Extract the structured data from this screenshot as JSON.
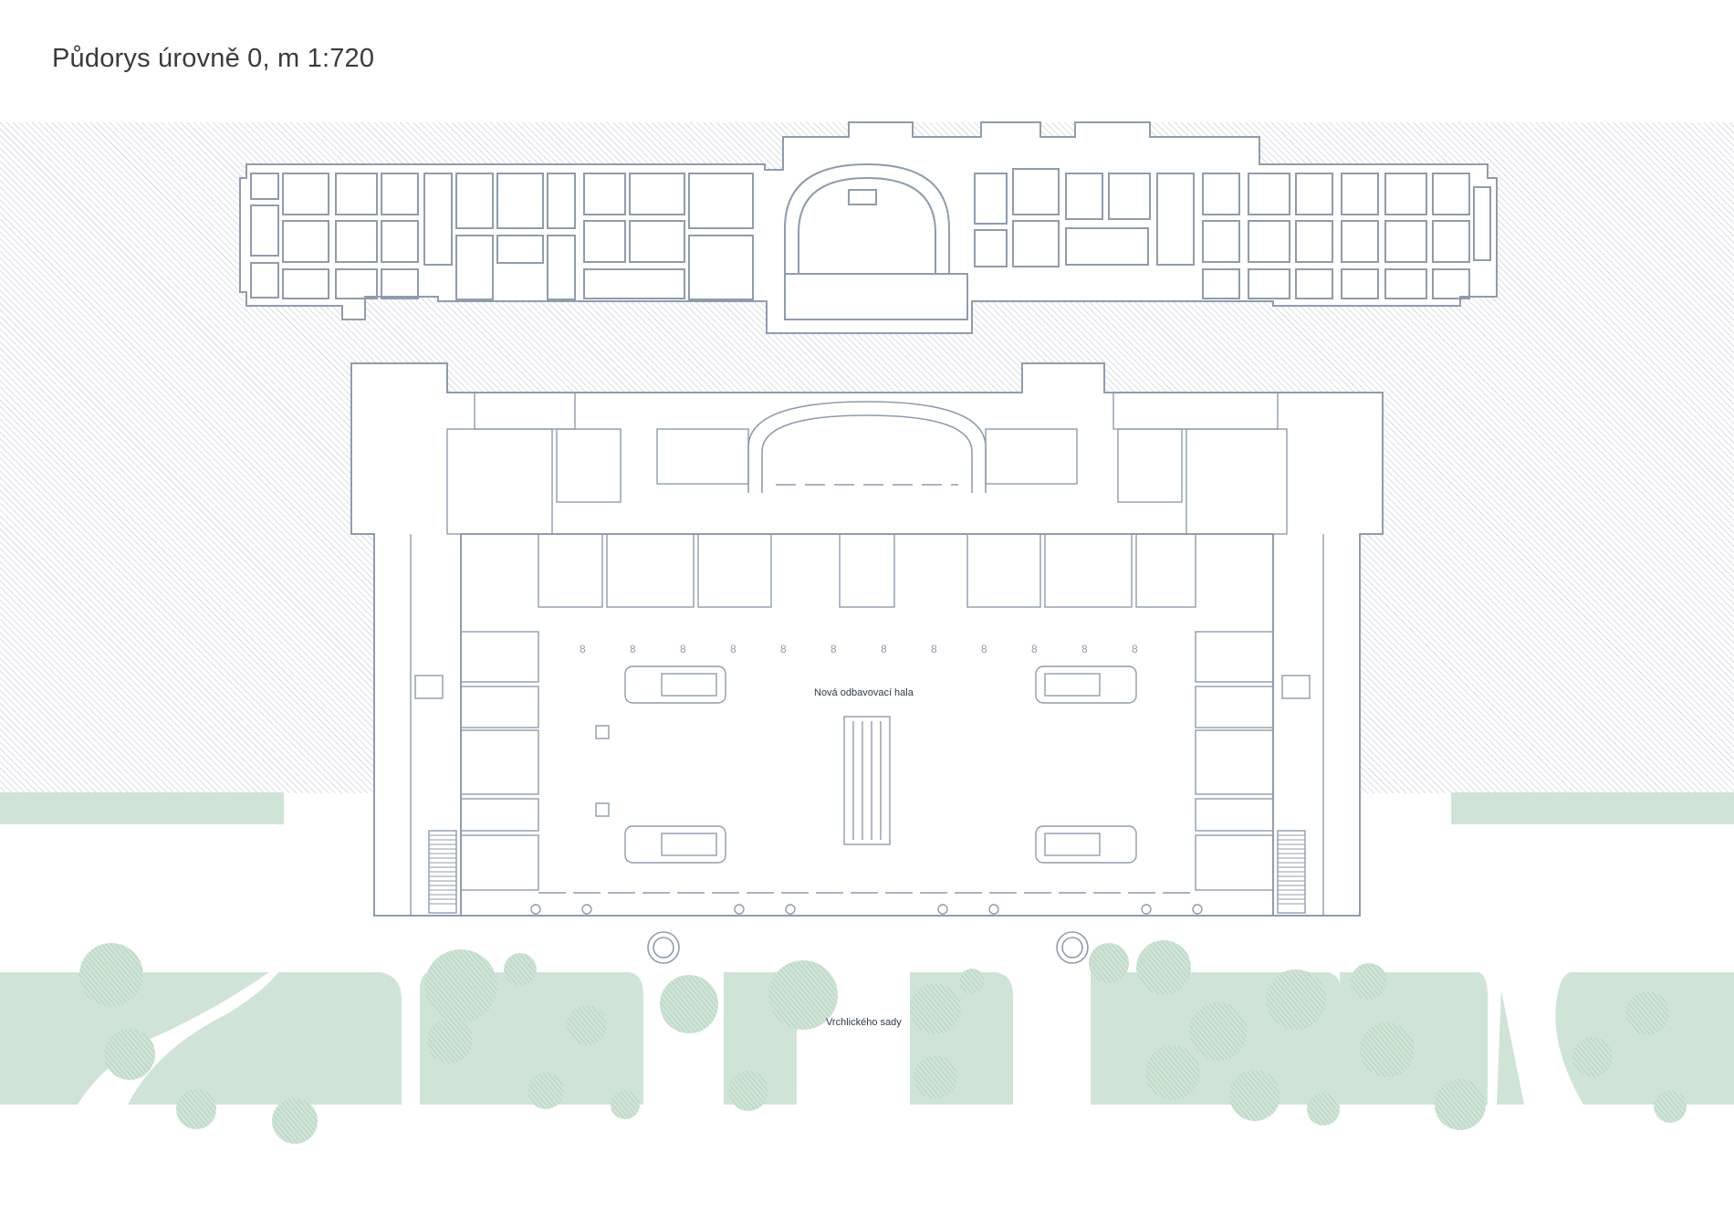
{
  "title": "Půdorys úrovně 0, m 1:720",
  "labels": {
    "hall": "Nová odbavovací hala",
    "park": "Vrchlického sady"
  },
  "colors": {
    "line": "#8f9cae",
    "hatch": "#b9c2cf",
    "green": "#cfe4d6",
    "tree": "#a9cdb5"
  }
}
